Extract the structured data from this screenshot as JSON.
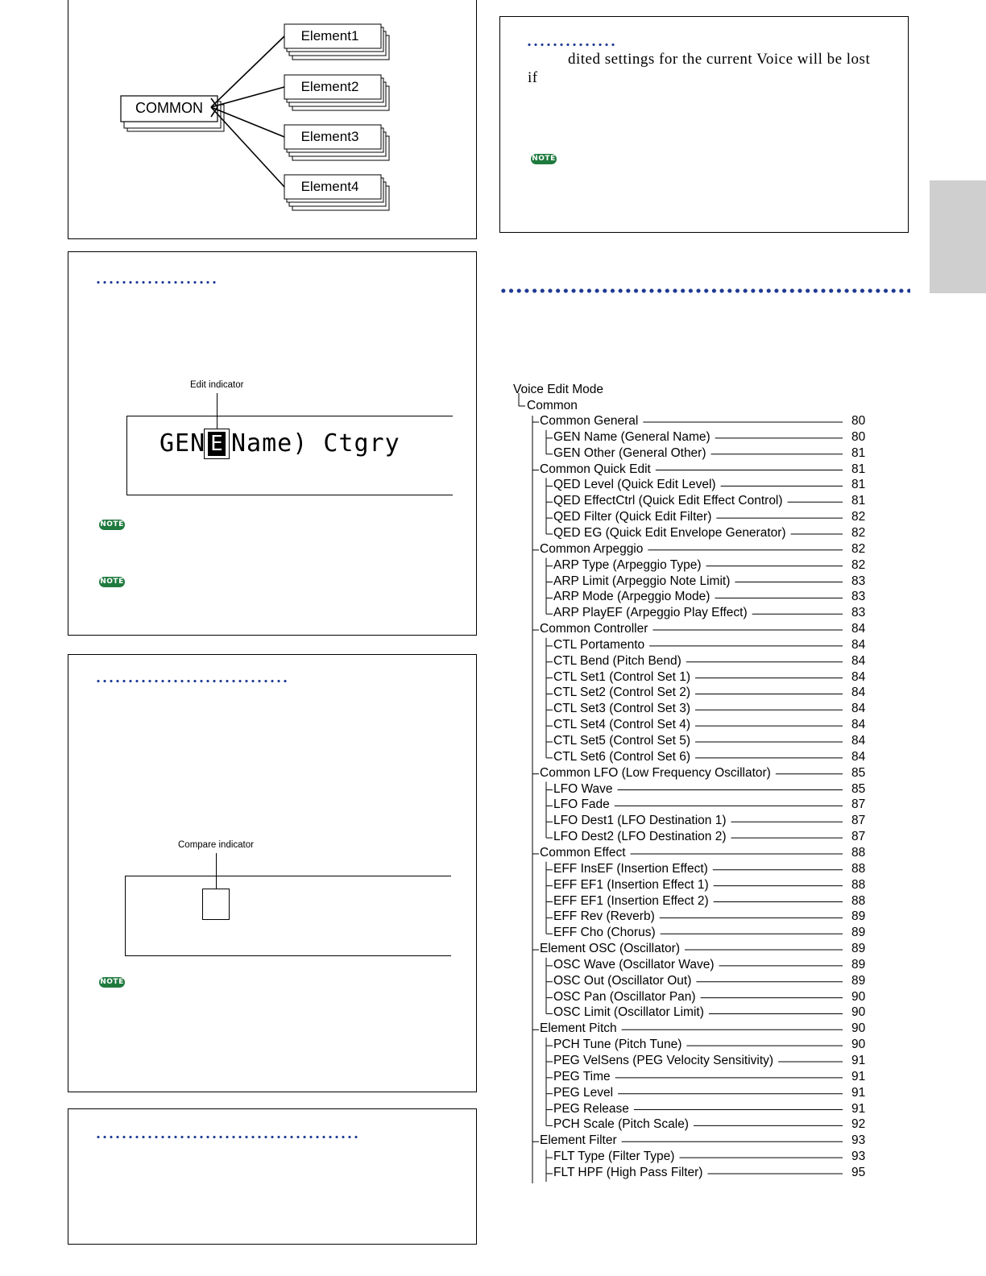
{
  "diagram": {
    "common_label": "COMMON",
    "elements": [
      "Element1",
      "Element2",
      "Element3",
      "Element4"
    ]
  },
  "notice": {
    "line1": "dited settings for the current Voice will be lost",
    "line2": "if",
    "note_badge": "NOTE"
  },
  "edit_indicator": {
    "label": "Edit indicator",
    "lcd_left": "GEN",
    "lcd_cursor": "E",
    "lcd_right": "Name) Ctgry",
    "note_badge": "NOTE"
  },
  "compare_indicator": {
    "label": "Compare indicator",
    "note_badge": "NOTE"
  },
  "tree": {
    "root": "Voice Edit Mode",
    "child": "Common",
    "items": [
      {
        "label": "Common General",
        "page": "80",
        "level": 1
      },
      {
        "label": "GEN Name (General Name)",
        "page": "80",
        "level": 2
      },
      {
        "label": "GEN Other (General Other)",
        "page": "81",
        "level": 2
      },
      {
        "label": "Common Quick Edit",
        "page": "81",
        "level": 1
      },
      {
        "label": "QED Level (Quick Edit Level)",
        "page": "81",
        "level": 2
      },
      {
        "label": "QED EffectCtrl (Quick Edit Effect Control)",
        "page": "81",
        "level": 2
      },
      {
        "label": "QED Filter (Quick Edit Filter)",
        "page": "82",
        "level": 2
      },
      {
        "label": "QED EG (Quick Edit Envelope Generator)",
        "page": "82",
        "level": 2
      },
      {
        "label": "Common Arpeggio",
        "page": "82",
        "level": 1
      },
      {
        "label": "ARP Type (Arpeggio Type)",
        "page": "82",
        "level": 2
      },
      {
        "label": "ARP Limit (Arpeggio Note Limit)",
        "page": "83",
        "level": 2
      },
      {
        "label": "ARP Mode (Arpeggio Mode)",
        "page": "83",
        "level": 2
      },
      {
        "label": "ARP PlayEF (Arpeggio Play Effect)",
        "page": "83",
        "level": 2
      },
      {
        "label": "Common Controller",
        "page": "84",
        "level": 1
      },
      {
        "label": "CTL Portamento",
        "page": "84",
        "level": 2
      },
      {
        "label": "CTL Bend (Pitch Bend)",
        "page": "84",
        "level": 2
      },
      {
        "label": "CTL Set1 (Control Set 1)",
        "page": "84",
        "level": 2
      },
      {
        "label": "CTL Set2 (Control Set 2)",
        "page": "84",
        "level": 2
      },
      {
        "label": "CTL Set3 (Control Set 3)",
        "page": "84",
        "level": 2
      },
      {
        "label": "CTL Set4 (Control Set 4)",
        "page": "84",
        "level": 2
      },
      {
        "label": "CTL Set5 (Control Set 5)",
        "page": "84",
        "level": 2
      },
      {
        "label": "CTL Set6 (Control Set 6)",
        "page": "84",
        "level": 2
      },
      {
        "label": "Common LFO (Low Frequency Oscillator)",
        "page": "85",
        "level": 1
      },
      {
        "label": "LFO Wave",
        "page": "85",
        "level": 2
      },
      {
        "label": "LFO Fade",
        "page": "87",
        "level": 2
      },
      {
        "label": "LFO Dest1 (LFO Destination 1)",
        "page": "87",
        "level": 2
      },
      {
        "label": "LFO Dest2 (LFO Destination 2)",
        "page": "87",
        "level": 2
      },
      {
        "label": "Common Effect",
        "page": "88",
        "level": 1
      },
      {
        "label": "EFF InsEF (Insertion Effect)",
        "page": "88",
        "level": 2
      },
      {
        "label": "EFF EF1 (Insertion Effect 1)",
        "page": "88",
        "level": 2
      },
      {
        "label": "EFF EF1 (Insertion Effect 2)",
        "page": "88",
        "level": 2
      },
      {
        "label": "EFF Rev (Reverb)",
        "page": "89",
        "level": 2
      },
      {
        "label": "EFF Cho (Chorus)",
        "page": "89",
        "level": 2
      },
      {
        "label": "Element OSC  (Oscillator)",
        "page": "89",
        "level": 1
      },
      {
        "label": "OSC Wave (Oscillator Wave)",
        "page": "89",
        "level": 2
      },
      {
        "label": "OSC Out (Oscillator Out)",
        "page": "89",
        "level": 2
      },
      {
        "label": "OSC Pan (Oscillator Pan)",
        "page": "90",
        "level": 2
      },
      {
        "label": "OSC Limit (Oscillator Limit)",
        "page": "90",
        "level": 2
      },
      {
        "label": "Element Pitch",
        "page": "90",
        "level": 1
      },
      {
        "label": "PCH Tune (Pitch Tune)",
        "page": "90",
        "level": 2
      },
      {
        "label": "PEG VelSens (PEG Velocity Sensitivity)",
        "page": "91",
        "level": 2
      },
      {
        "label": "PEG Time",
        "page": "91",
        "level": 2
      },
      {
        "label": "PEG Level",
        "page": "91",
        "level": 2
      },
      {
        "label": "PEG Release",
        "page": "91",
        "level": 2
      },
      {
        "label": "PCH Scale (Pitch Scale)",
        "page": "92",
        "level": 2
      },
      {
        "label": "Element Filter",
        "page": "93",
        "level": 1
      },
      {
        "label": "FLT Type (Filter Type)",
        "page": "93",
        "level": 2
      },
      {
        "label": "FLT HPF (High Pass Filter)",
        "page": "95",
        "level": 2
      }
    ]
  }
}
